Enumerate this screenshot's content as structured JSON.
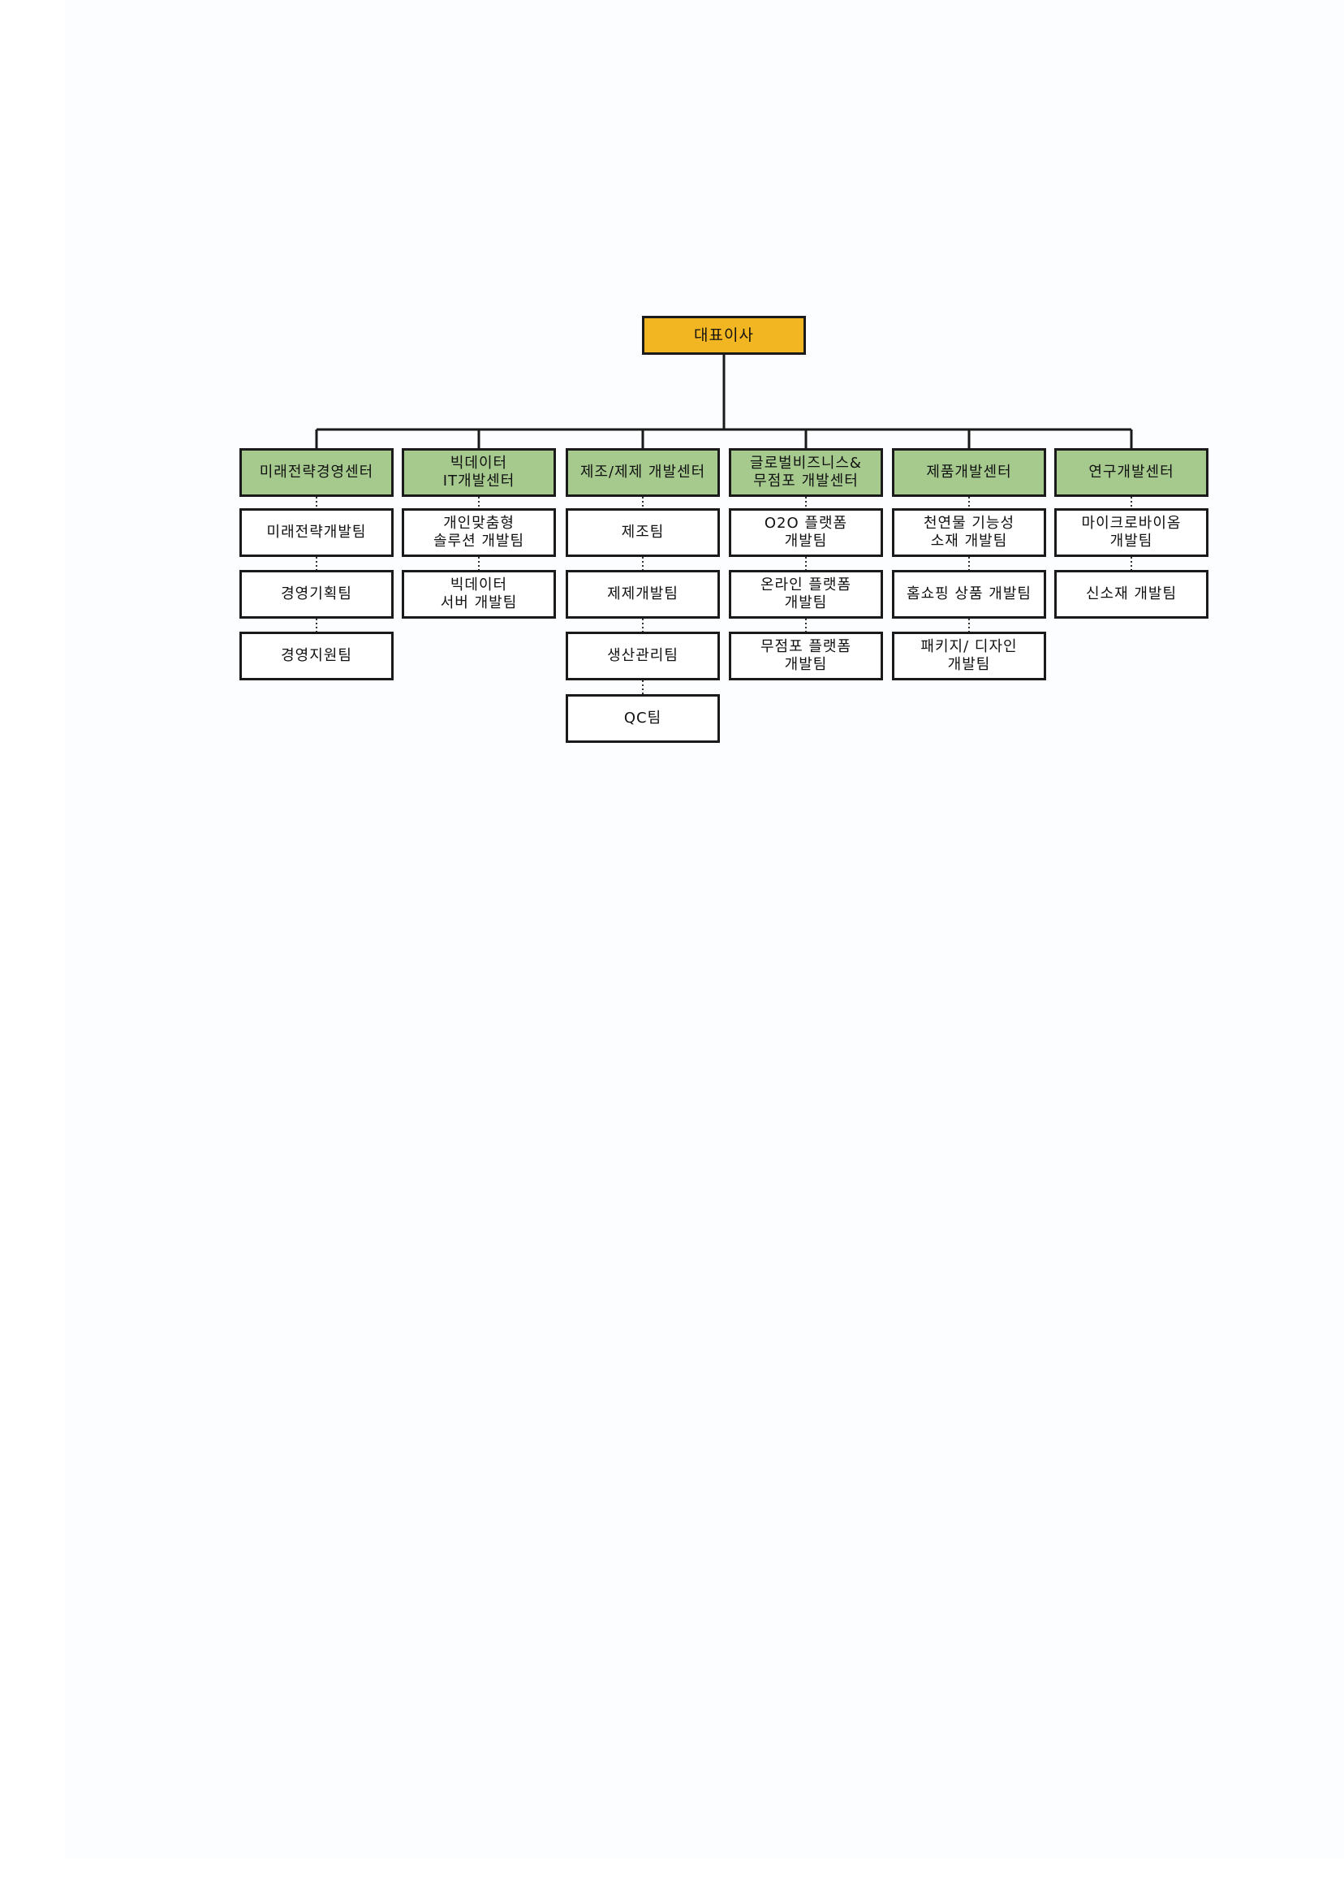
{
  "root": {
    "label": "대표이사"
  },
  "centers": [
    {
      "label": "미래전략경영센터",
      "teams": [
        "미래전략개발팀",
        "경영기획팀",
        "경영지원팀"
      ]
    },
    {
      "label": "빅데이터\nIT개발센터",
      "teams": [
        "개인맞춤형\n솔루션 개발팀",
        "빅데이터\n서버 개발팀"
      ]
    },
    {
      "label": "제조/제제 개발센터",
      "teams": [
        "제조팀",
        "제제개발팀",
        "생산관리팀",
        "QC팀"
      ]
    },
    {
      "label": "글로벌비즈니스&\n무점포 개발센터",
      "teams": [
        "O2O 플랫폼\n개발팀",
        "온라인 플랫폼\n개발팀",
        "무점포 플랫폼\n개발팀"
      ]
    },
    {
      "label": "제품개발센터",
      "teams": [
        "천연물 기능성\n소재 개발팀",
        "홈쇼핑 상품 개발팀",
        "패키지/ 디자인\n개발팀"
      ]
    },
    {
      "label": "연구개발센터",
      "teams": [
        "마이크로바이옴\n개발팀",
        "신소재 개발팀"
      ]
    }
  ],
  "colors": {
    "root_fill": "#f3b623",
    "center_fill": "#a6ca8e",
    "team_fill": "#ffffff",
    "line": "#1a1a1a"
  }
}
